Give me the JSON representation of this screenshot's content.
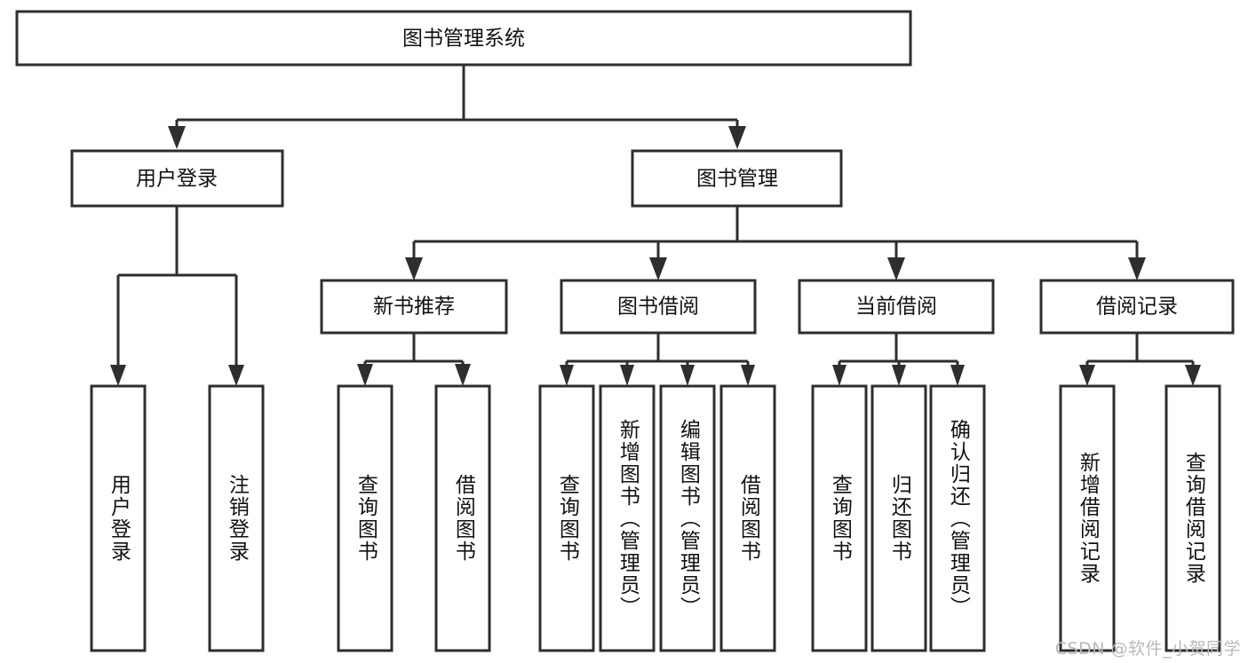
{
  "diagram": {
    "type": "tree",
    "title": "图书管理系统",
    "root": {
      "id": "root",
      "label": "图书管理系统",
      "orientation": "horizontal"
    },
    "level2": [
      {
        "id": "user-login",
        "label": "用户登录",
        "orientation": "horizontal"
      },
      {
        "id": "book-manage",
        "label": "图书管理",
        "orientation": "horizontal"
      }
    ],
    "level3": [
      {
        "id": "new-book-rec",
        "label": "新书推荐",
        "parent": "book-manage",
        "orientation": "horizontal"
      },
      {
        "id": "book-borrow",
        "label": "图书借阅",
        "parent": "book-manage",
        "orientation": "horizontal"
      },
      {
        "id": "current-borrow",
        "label": "当前借阅",
        "parent": "book-manage",
        "orientation": "horizontal"
      },
      {
        "id": "borrow-record",
        "label": "借阅记录",
        "parent": "book-manage",
        "orientation": "horizontal"
      }
    ],
    "leaves": [
      {
        "id": "leaf-user-login",
        "label": "用户登录",
        "parent": "user-login",
        "orientation": "vertical"
      },
      {
        "id": "leaf-logout",
        "label": "注销登录",
        "parent": "user-login",
        "orientation": "vertical"
      },
      {
        "id": "leaf-query-book-1",
        "label": "查询图书",
        "parent": "new-book-rec",
        "orientation": "vertical"
      },
      {
        "id": "leaf-borrow-book-1",
        "label": "借阅图书",
        "parent": "new-book-rec",
        "orientation": "vertical"
      },
      {
        "id": "leaf-query-book-2",
        "label": "查询图书",
        "parent": "book-borrow",
        "orientation": "vertical"
      },
      {
        "id": "leaf-add-book",
        "label": "新增图书（管理员）",
        "parent": "book-borrow",
        "orientation": "vertical"
      },
      {
        "id": "leaf-edit-book",
        "label": "编辑图书（管理员）",
        "parent": "book-borrow",
        "orientation": "vertical"
      },
      {
        "id": "leaf-borrow-book-2",
        "label": "借阅图书",
        "parent": "book-borrow",
        "orientation": "vertical"
      },
      {
        "id": "leaf-query-book-3",
        "label": "查询图书",
        "parent": "current-borrow",
        "orientation": "vertical"
      },
      {
        "id": "leaf-return-book",
        "label": "归还图书",
        "parent": "current-borrow",
        "orientation": "vertical"
      },
      {
        "id": "leaf-confirm-return",
        "label": "确认归还（管理员）",
        "parent": "current-borrow",
        "orientation": "vertical"
      },
      {
        "id": "leaf-add-record",
        "label": "新增借阅记录",
        "parent": "borrow-record",
        "orientation": "vertical"
      },
      {
        "id": "leaf-query-record",
        "label": "查询借阅记录",
        "parent": "borrow-record",
        "orientation": "vertical"
      }
    ],
    "colors": {
      "stroke": "#2e2e2e",
      "fill": "#ffffff",
      "text": "#111111",
      "watermark": "#b9b9b9"
    }
  },
  "watermark": {
    "text": "CSDN @软件_小贺同学"
  }
}
